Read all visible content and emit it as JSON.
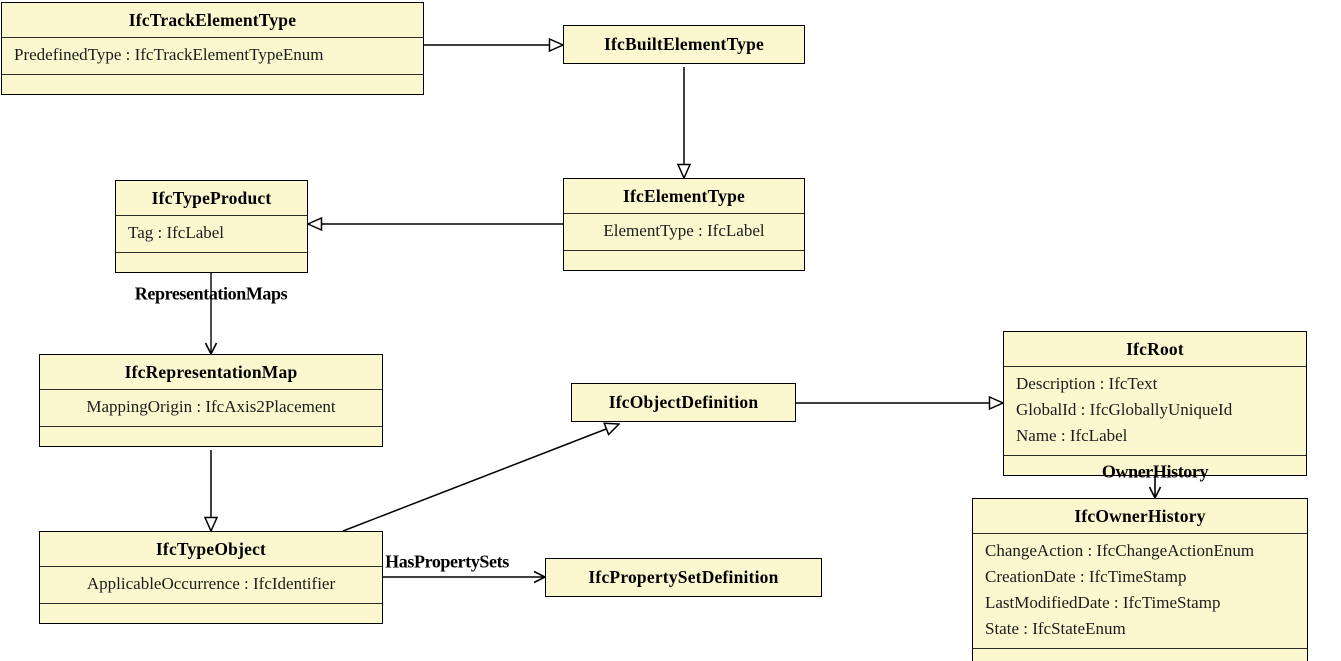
{
  "diagram": {
    "type": "uml-class-diagram",
    "background_color": "#ffffff",
    "node_fill_color": "#FBF7CF",
    "node_border_color": "#000000",
    "classes": {
      "track_element_type": {
        "name": "IfcTrackElementType",
        "attributes": [
          "PredefinedType : IfcTrackElementTypeEnum"
        ]
      },
      "built_element_type": {
        "name": "IfcBuiltElementType",
        "attributes": []
      },
      "type_product": {
        "name": "IfcTypeProduct",
        "attributes": [
          "Tag : IfcLabel"
        ]
      },
      "element_type": {
        "name": "IfcElementType",
        "attributes": [
          "ElementType : IfcLabel"
        ]
      },
      "representation_map": {
        "name": "IfcRepresentationMap",
        "attributes": [
          "MappingOrigin : IfcAxis2Placement"
        ]
      },
      "object_definition": {
        "name": "IfcObjectDefinition",
        "attributes": []
      },
      "root": {
        "name": "IfcRoot",
        "attributes": [
          "Description : IfcText",
          "GlobalId : IfcGloballyUniqueId",
          "Name : IfcLabel"
        ]
      },
      "type_object": {
        "name": "IfcTypeObject",
        "attributes": [
          "ApplicableOccurrence : IfcIdentifier"
        ]
      },
      "property_set_definition": {
        "name": "IfcPropertySetDefinition",
        "attributes": []
      },
      "owner_history": {
        "name": "IfcOwnerHistory",
        "attributes": [
          "ChangeAction : IfcChangeActionEnum",
          "CreationDate : IfcTimeStamp",
          "LastModifiedDate : IfcTimeStamp",
          "State : IfcStateEnum"
        ]
      }
    },
    "relation_labels": {
      "representation_maps": "RepresentationMaps",
      "has_property_sets": "HasPropertySets",
      "owner_history": "OwnerHistory"
    },
    "relations": [
      {
        "from": "IfcTrackElementType",
        "to": "IfcBuiltElementType",
        "kind": "generalization"
      },
      {
        "from": "IfcBuiltElementType",
        "to": "IfcElementType",
        "kind": "generalization"
      },
      {
        "from": "IfcElementType",
        "to": "IfcTypeProduct",
        "kind": "generalization"
      },
      {
        "from": "IfcTypeProduct",
        "to": "IfcRepresentationMap",
        "kind": "association",
        "label": "RepresentationMaps"
      },
      {
        "from": "IfcTypeProduct",
        "to": "IfcTypeObject",
        "kind": "generalization"
      },
      {
        "from": "IfcTypeObject",
        "to": "IfcObjectDefinition",
        "kind": "generalization"
      },
      {
        "from": "IfcObjectDefinition",
        "to": "IfcRoot",
        "kind": "generalization"
      },
      {
        "from": "IfcTypeObject",
        "to": "IfcPropertySetDefinition",
        "kind": "association",
        "label": "HasPropertySets"
      },
      {
        "from": "IfcRoot",
        "to": "IfcOwnerHistory",
        "kind": "association",
        "label": "OwnerHistory"
      }
    ]
  }
}
